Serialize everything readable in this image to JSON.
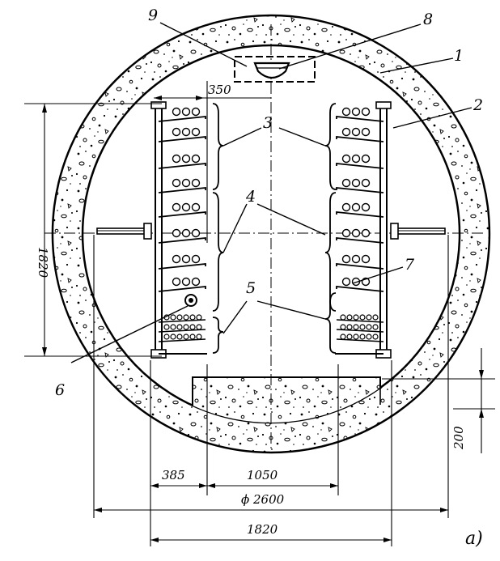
{
  "labels": {
    "l1": "1",
    "l2": "2",
    "l3": "3",
    "l4": "4",
    "l5": "5",
    "l6": "6",
    "l7": "7",
    "l8": "8",
    "l9": "9"
  },
  "dimensions": {
    "d350": "350",
    "d1820_left": "1820",
    "d200": "200",
    "d385": "385",
    "d1050": "1050",
    "d_dia": "ϕ 2600",
    "d1820_bottom": "1820"
  },
  "caption": "a)"
}
